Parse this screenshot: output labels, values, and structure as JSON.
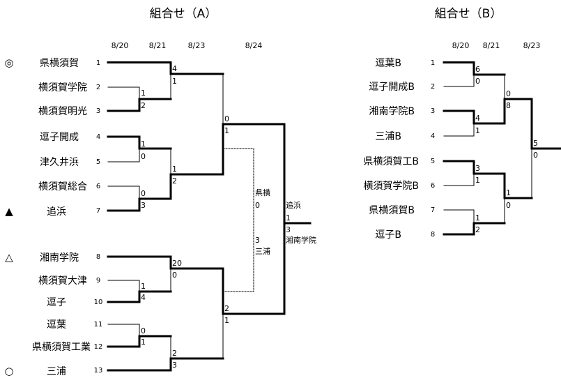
{
  "bracketA": {
    "title": "組合せ（A）",
    "dates": [
      "8/20",
      "8/21",
      "8/23",
      "8/24"
    ],
    "teams": [
      {
        "seed": "1",
        "name": "県横須賀",
        "mark": "◎"
      },
      {
        "seed": "2",
        "name": "横須賀学院",
        "mark": ""
      },
      {
        "seed": "3",
        "name": "横須賀明光",
        "mark": ""
      },
      {
        "seed": "4",
        "name": "逗子開成",
        "mark": ""
      },
      {
        "seed": "5",
        "name": "津久井浜",
        "mark": ""
      },
      {
        "seed": "6",
        "name": "横須賀総合",
        "mark": ""
      },
      {
        "seed": "7",
        "name": "追浜",
        "mark": "▲"
      },
      {
        "seed": "8",
        "name": "湘南学院",
        "mark": "△"
      },
      {
        "seed": "9",
        "name": "横須賀大津",
        "mark": ""
      },
      {
        "seed": "10",
        "name": "逗子",
        "mark": ""
      },
      {
        "seed": "11",
        "name": "逗葉",
        "mark": ""
      },
      {
        "seed": "12",
        "name": "県横須賀工業",
        "mark": ""
      },
      {
        "seed": "13",
        "name": "三浦",
        "mark": "○"
      }
    ],
    "scores": {
      "r1_2v3": [
        "1",
        "2"
      ],
      "r1_4v5": [
        "1",
        "0"
      ],
      "r1_6v7": [
        "0",
        "3"
      ],
      "r1_9v10": [
        "1",
        "4"
      ],
      "r1_11v12": [
        "0",
        "1"
      ],
      "r2_1vW23": [
        "4",
        "1"
      ],
      "r2_W45vW67": [
        "1",
        "2"
      ],
      "r2_8vW910": [
        "20",
        "0"
      ],
      "r2_W1112v13": [
        "2",
        "3"
      ],
      "sf_top": [
        "0",
        "1"
      ],
      "sf_bottom": [
        "2",
        "1"
      ],
      "final": [
        "1",
        "3"
      ]
    },
    "side_game": {
      "team1": "県横",
      "score1": "0",
      "team2": "三浦",
      "score2": "3"
    },
    "final_labels": {
      "top": "追浜",
      "bottom": "湘南学院"
    }
  },
  "bracketB": {
    "title": "組合せ（B）",
    "dates": [
      "8/20",
      "8/21",
      "8/23"
    ],
    "teams": [
      {
        "seed": "1",
        "name": "逗葉B"
      },
      {
        "seed": "2",
        "name": "逗子開成B"
      },
      {
        "seed": "3",
        "name": "湘南学院B"
      },
      {
        "seed": "4",
        "name": "三浦B"
      },
      {
        "seed": "5",
        "name": "県横須賀工B"
      },
      {
        "seed": "6",
        "name": "横須賀学院B"
      },
      {
        "seed": "7",
        "name": "県横須賀B"
      },
      {
        "seed": "8",
        "name": "逗子B"
      }
    ],
    "scores": {
      "qf1": [
        "6",
        "0"
      ],
      "qf2": [
        "4",
        "1"
      ],
      "qf3": [
        "3",
        "1"
      ],
      "qf4": [
        "1",
        "2"
      ],
      "sf1": [
        "0",
        "8"
      ],
      "sf2": [
        "1",
        "0"
      ],
      "final": [
        "5",
        "0"
      ]
    }
  }
}
